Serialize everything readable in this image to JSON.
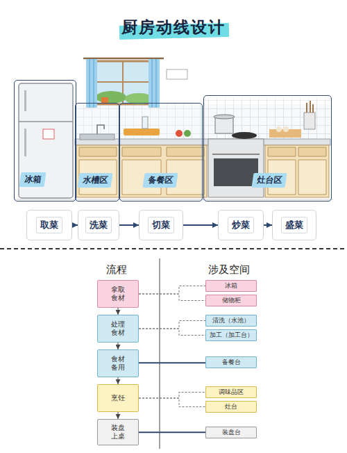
{
  "diagram": {
    "title": "厨房动线设计",
    "nodes": [
      {
        "text": [
          "冰箱"
        ]
      },
      {
        "text": [
          "水槽区"
        ]
      },
      {
        "text": [
          "备餐区"
        ]
      },
      {
        "text": [
          "灶台区"
        ]
      },
      {
        "text": [
          "取菜"
        ]
      },
      {
        "text": [
          "洗菜"
        ]
      },
      {
        "text": [
          "切菜"
        ]
      },
      {
        "text": [
          "炒菜"
        ]
      },
      {
        "text": [
          "盛菜"
        ]
      },
      {
        "text": [
          "拿取 食材"
        ]
      },
      {
        "text": [
          "冰箱"
        ]
      },
      {
        "text": [
          "储物柜"
        ]
      },
      {
        "text": [
          "处理 食材"
        ]
      },
      {
        "text": [
          "清洗（水池）"
        ]
      },
      {
        "text": [
          "加工（加工台）"
        ]
      },
      {
        "text": [
          "食材 备用"
        ]
      },
      {
        "text": [
          "备餐台"
        ]
      },
      {
        "text": [
          "烹饪"
        ]
      },
      {
        "text": [
          "调味品区"
        ]
      },
      {
        "text": [
          "灶台"
        ]
      },
      {
        "text": [
          "装盘 上桌"
        ]
      },
      {
        "text": [
          "装盘台"
        ]
      }
    ],
    "edges": [
      {
        "from": 4,
        "to": 5,
        "arrow": "to"
      },
      {
        "from": 5,
        "to": 6,
        "arrow": "to"
      },
      {
        "from": 6,
        "to": 7,
        "arrow": "to"
      },
      {
        "from": 7,
        "to": 8,
        "arrow": "to"
      },
      {
        "from": 9,
        "to": 12,
        "arrow": "to"
      },
      {
        "from": 12,
        "to": 15,
        "arrow": "to"
      },
      {
        "from": 15,
        "to": 17,
        "arrow": "to"
      },
      {
        "from": 17,
        "to": 20,
        "arrow": "to"
      },
      {
        "from": 9,
        "to": 10,
        "arrow": "none"
      },
      {
        "from": 9,
        "to": 11,
        "arrow": "none"
      },
      {
        "from": 12,
        "to": 13,
        "arrow": "none"
      },
      {
        "from": 12,
        "to": 14,
        "arrow": "none"
      },
      {
        "from": 15,
        "to": 16,
        "arrow": "none"
      },
      {
        "from": 17,
        "to": 18,
        "arrow": "none"
      },
      {
        "from": 17,
        "to": 19,
        "arrow": "none"
      },
      {
        "from": 20,
        "to": 21,
        "arrow": "none"
      }
    ],
    "labels": [
      "流程",
      "涉及空间"
    ]
  }
}
